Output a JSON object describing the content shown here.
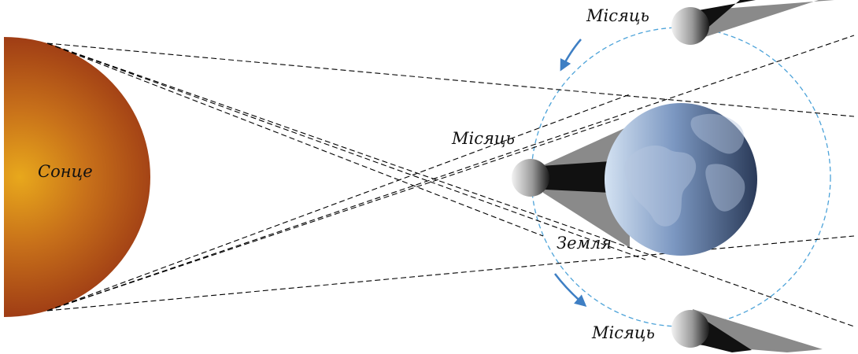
{
  "labels": {
    "sun": "Сонце",
    "earth": "Земля",
    "moon_top": "Місяць",
    "moon_left": "Місяць",
    "moon_bottom": "Місяць"
  },
  "colors": {
    "sun_center": "#e3a21a",
    "sun_edge": "#9c3a14",
    "earth_light": "#c9d9ec",
    "earth_dark": "#2c3e5c",
    "orbit": "#4da3d9",
    "arrow": "#3e7fc4",
    "penumbra": "#8a8a8a",
    "umbra": "#111111",
    "rays": "#000000"
  }
}
